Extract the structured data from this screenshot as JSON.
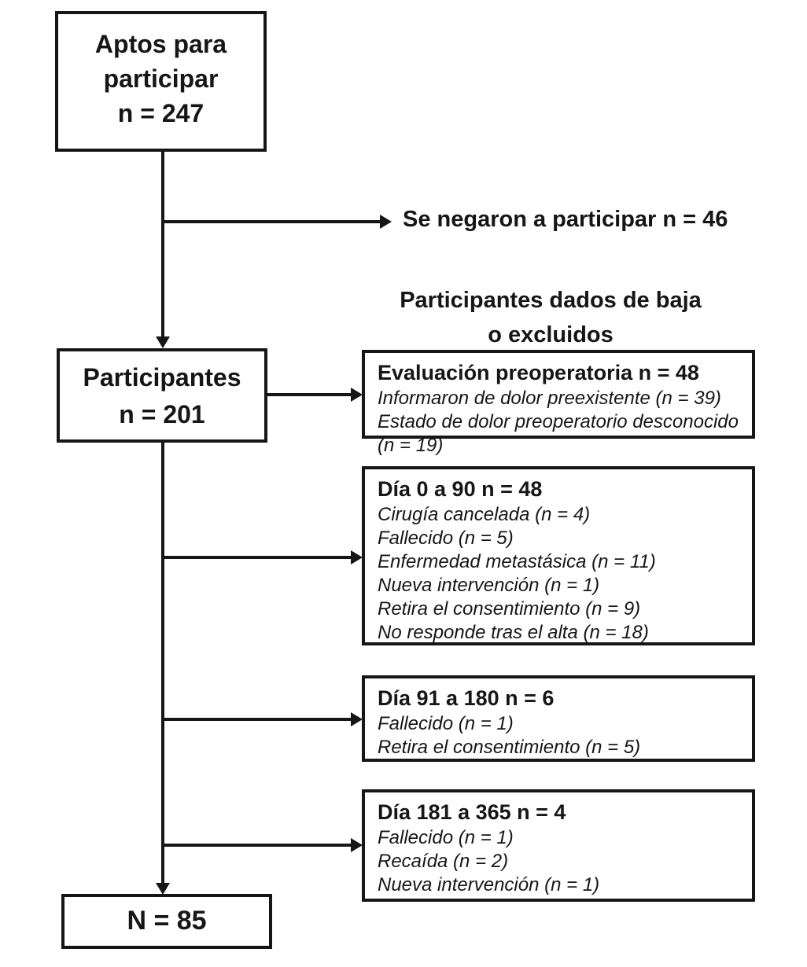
{
  "colors": {
    "line": "#161616",
    "text": "#161616",
    "background": "#ffffff"
  },
  "flowchart": {
    "top_box": {
      "title": "Aptos para participar",
      "count": "n = 247"
    },
    "refused_label": "Se negaron a participar n = 46",
    "dropout_heading": {
      "line1": "Participantes dados de baja",
      "line2": "o excluidos"
    },
    "participants_box": {
      "title": "Participantes",
      "count": "n = 201"
    },
    "exclusion_boxes": [
      {
        "title": "Evaluación preoperatoria n = 48",
        "items": [
          "Informaron de dolor preexistente (n = 39)",
          "Estado de dolor preoperatorio desconocido (n = 19)"
        ]
      },
      {
        "title": "Día 0 a 90 n = 48",
        "items": [
          "Cirugía cancelada (n = 4)",
          "Fallecido (n = 5)",
          "Enfermedad metastásica (n = 11)",
          "Nueva intervención (n = 1)",
          "Retira el consentimiento (n = 9)",
          "No responde tras el alta (n = 18)"
        ]
      },
      {
        "title": "Día 91 a 180 n = 6",
        "items": [
          "Fallecido (n = 1)",
          "Retira el consentimiento (n = 5)"
        ]
      },
      {
        "title": "Día 181 a 365 n = 4",
        "items": [
          "Fallecido (n = 1)",
          "Recaída (n = 2)",
          "Nueva intervención (n = 1)"
        ]
      }
    ],
    "final_box": {
      "count": "N = 85"
    }
  }
}
